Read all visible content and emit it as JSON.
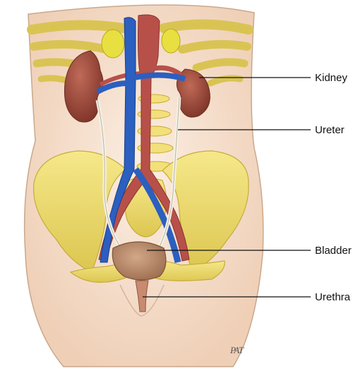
{
  "labels": {
    "kidney": "Kidney",
    "ureter": "Ureter",
    "bladder": "Bladder",
    "urethra": "Urethra"
  },
  "signature": "PAT",
  "colors": {
    "skin": "#f4dcc8",
    "bone": "#ecd96a",
    "kidney": "#9c4a3c",
    "artery": "#b8504a",
    "vein": "#2b5fc0",
    "ureter": "#f2efe6",
    "bladder": "#b98a6a",
    "adrenal": "#e8e040",
    "leader": "#111111"
  }
}
